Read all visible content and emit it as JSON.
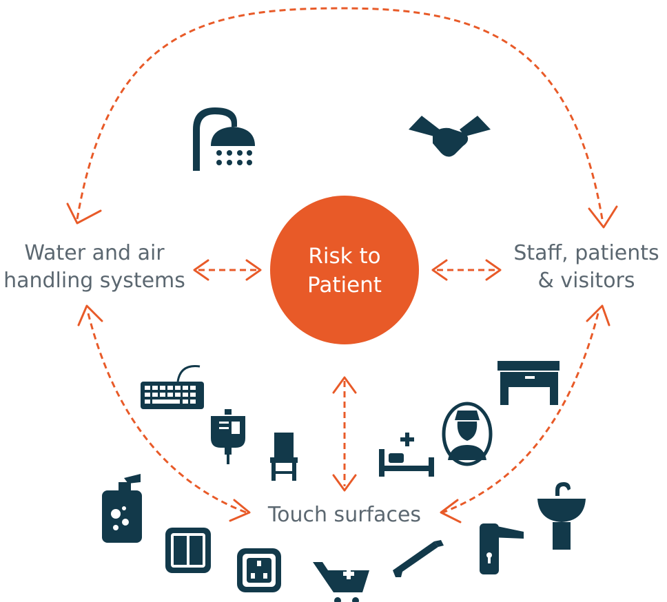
{
  "center": {
    "line1": "Risk to",
    "line2": "Patient"
  },
  "nodes": {
    "left": {
      "line1": "Water and air",
      "line2": "handling systems"
    },
    "right": {
      "line1": "Staff, patients",
      "line2": "& visitors"
    },
    "bottom": {
      "line1": "Touch surfaces"
    }
  },
  "colors": {
    "accent": "#e85a28",
    "icon": "#12394a",
    "text": "#5b6770",
    "background": "#ffffff"
  },
  "icons": [
    "shower-icon",
    "handshake-icon",
    "keyboard-icon",
    "iv-drip-icon",
    "chair-icon",
    "hospital-bed-icon",
    "nurse-icon",
    "bedside-table-icon",
    "soap-dispenser-icon",
    "light-switch-icon",
    "power-socket-icon",
    "shopping-trolley-icon",
    "door-pull-handle-icon",
    "door-lever-handle-icon",
    "sink-icon"
  ]
}
